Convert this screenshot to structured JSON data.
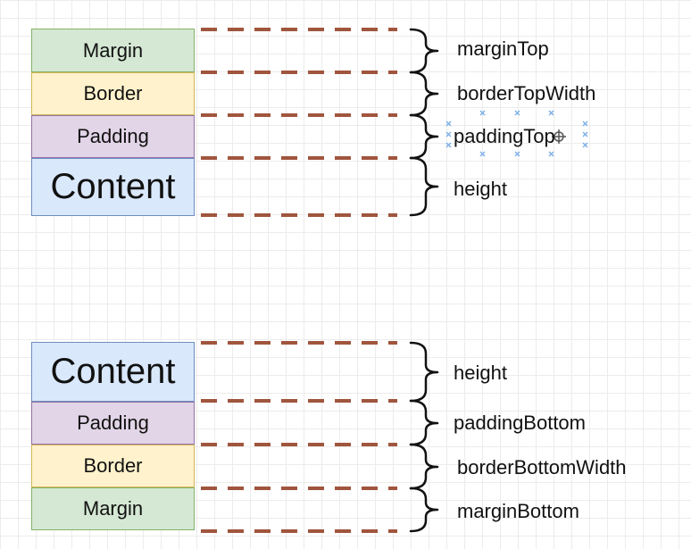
{
  "colors": {
    "margin_fill": "#d5e8d4",
    "margin_stroke": "#82b366",
    "border_fill": "#fff2cc",
    "border_stroke": "#d6b656",
    "padding_fill": "#e1d5e7",
    "padding_stroke": "#9673a6",
    "content_fill": "#dae8fc",
    "content_stroke": "#6c8ebf",
    "dash_line": "#a0553d",
    "selection_handles": "#7fb2e6"
  },
  "top_stack": {
    "margin": "Margin",
    "border": "Border",
    "padding": "Padding",
    "content": "Content"
  },
  "top_labels": {
    "margin": "marginTop",
    "border": "borderTopWidth",
    "padding": "paddingTop",
    "content": "height"
  },
  "bottom_stack": {
    "content": "Content",
    "padding": "Padding",
    "border": "Border",
    "margin": "Margin"
  },
  "bottom_labels": {
    "content": "height",
    "padding": "paddingBottom",
    "border": "borderBottomWidth",
    "margin": "marginBottom"
  }
}
